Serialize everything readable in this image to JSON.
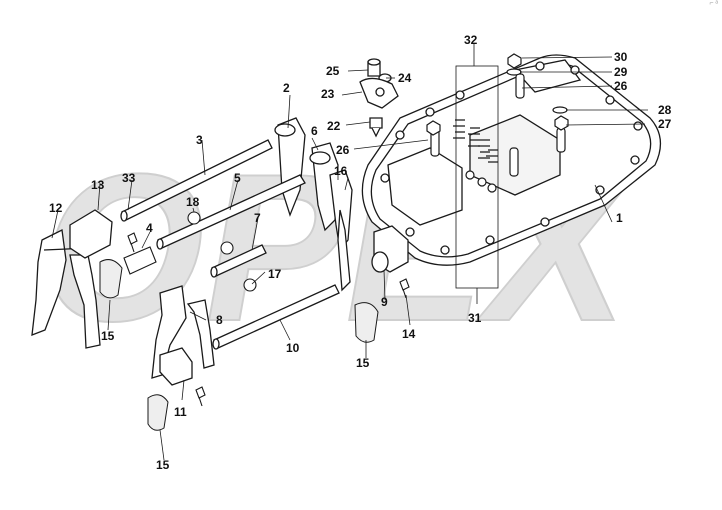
{
  "watermark": {
    "text": "OPEX",
    "color": "#d9d9d9"
  },
  "corner_mark": "⌐ ᵃ",
  "colors": {
    "line": "#1a1a1a",
    "part_fill": "#ffffff",
    "shade": "#e6e6e6"
  },
  "callouts": {
    "c1": "1",
    "c2": "2",
    "c3": "3",
    "c4": "4",
    "c5": "5",
    "c6": "6",
    "c7": "7",
    "c8": "8",
    "c9": "9",
    "c10": "10",
    "c11": "11",
    "c12": "12",
    "c13": "13",
    "c14": "14",
    "c15a": "15",
    "c15b": "15",
    "c15c": "15",
    "c16": "16",
    "c17": "17",
    "c18": "18",
    "c22": "22",
    "c23": "23",
    "c24": "24",
    "c25": "25",
    "c26a": "26",
    "c26b": "26",
    "c27": "27",
    "c28": "28",
    "c29": "29",
    "c30": "30",
    "c31": "31",
    "c32": "32",
    "c33": "33"
  }
}
